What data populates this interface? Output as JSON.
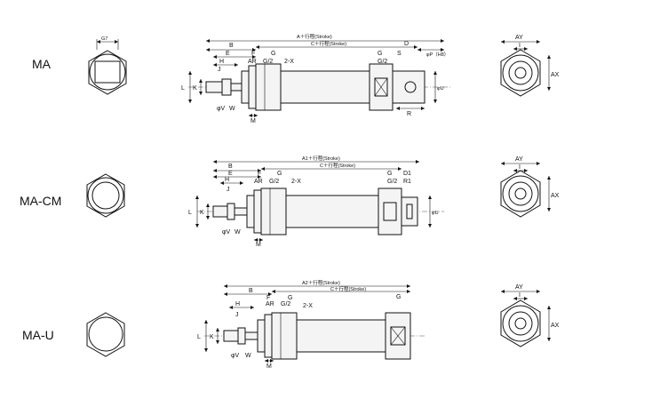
{
  "variants": [
    {
      "name": "MA",
      "dims": {
        "a_stroke": "A＋行程(Stroke)",
        "c_stroke": "C＋行程(Stroke)",
        "b": "B",
        "e": "E",
        "f": "F",
        "g_front": "G",
        "h": "H",
        "j": "J",
        "ar": "AR",
        "g2_front": "G/2",
        "port": "2-X",
        "g_rear": "G",
        "g2_rear": "G/2",
        "s": "S",
        "d": "D",
        "r": "R",
        "phi_p": "φP（H8）",
        "phi_u": "φU",
        "l": "L",
        "k": "K",
        "phi_v": "φV",
        "w": "W",
        "m": "M"
      },
      "front": {
        "gz": "G7"
      },
      "end": {
        "ay": "AY",
        "i": "I",
        "ax": "AX"
      }
    },
    {
      "name": "MA-CM",
      "dims": {
        "a_stroke": "A1＋行程(Stroke)",
        "c_stroke": "C＋行程(Stroke)",
        "b": "B",
        "e": "E",
        "f": "F",
        "g_front": "G",
        "h": "H",
        "j": "J",
        "ar": "AR",
        "g2_front": "G/2",
        "port": "2-X",
        "g_rear": "G",
        "g2_rear": "G/2",
        "d1": "D1",
        "r1": "R1",
        "phi_u": "φU",
        "l": "L",
        "k": "K",
        "phi_v": "φV",
        "w": "W",
        "m": "M"
      },
      "end": {
        "ay": "AY",
        "i": "I",
        "ax": "AX"
      }
    },
    {
      "name": "MA-U",
      "dims": {
        "a_stroke": "A2＋行程(Stroke)",
        "c_stroke": "C＋行程(Stroke)",
        "b": "B",
        "f": "F",
        "g_front": "G",
        "h": "H",
        "j": "J",
        "ar": "AR",
        "g2_front": "G/2",
        "port": "2-X",
        "g_rear": "G",
        "l": "L",
        "k": "K",
        "phi_v": "φV",
        "w": "W",
        "m": "M"
      },
      "end": {
        "ay": "AY",
        "i": "I",
        "ax": "AX"
      }
    }
  ]
}
